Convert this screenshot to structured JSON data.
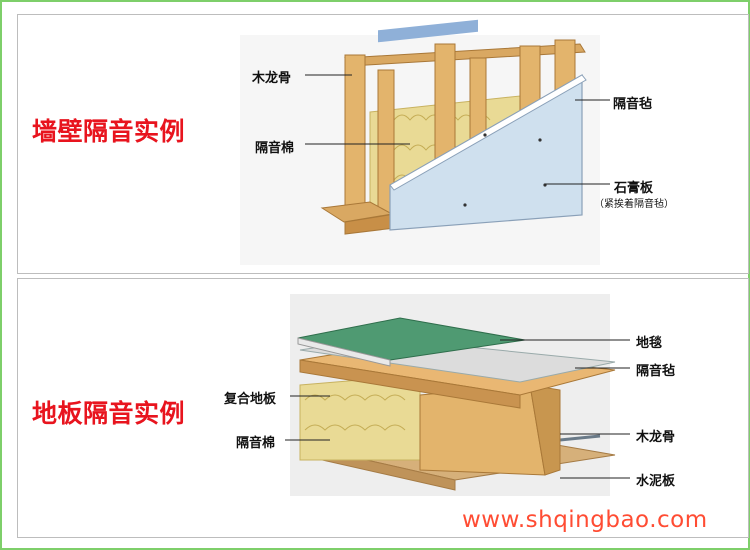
{
  "wall": {
    "title": "墙壁隔音实例",
    "labels": {
      "stud": "木龙骨",
      "felt": "隔音毡",
      "cotton": "隔音棉",
      "gypsum": "石膏板",
      "gypsum_note": "（紧挨着隔音毡）"
    }
  },
  "floor": {
    "title": "地板隔音实例",
    "labels": {
      "carpet": "地毯",
      "felt": "隔音毡",
      "composite": "复合地板",
      "cotton": "隔音棉",
      "joist": "木龙骨",
      "cement": "水泥板"
    }
  },
  "watermark": "www.shqingbao.com",
  "colors": {
    "title_red": "#e8141e",
    "frame_green": "#7ecf6a",
    "wood": "#e3b46c",
    "insulation": "#e8d88f",
    "gypsum": "#cfe0ee",
    "carpet": "#4f9a72",
    "watermark": "#ff4c33"
  }
}
